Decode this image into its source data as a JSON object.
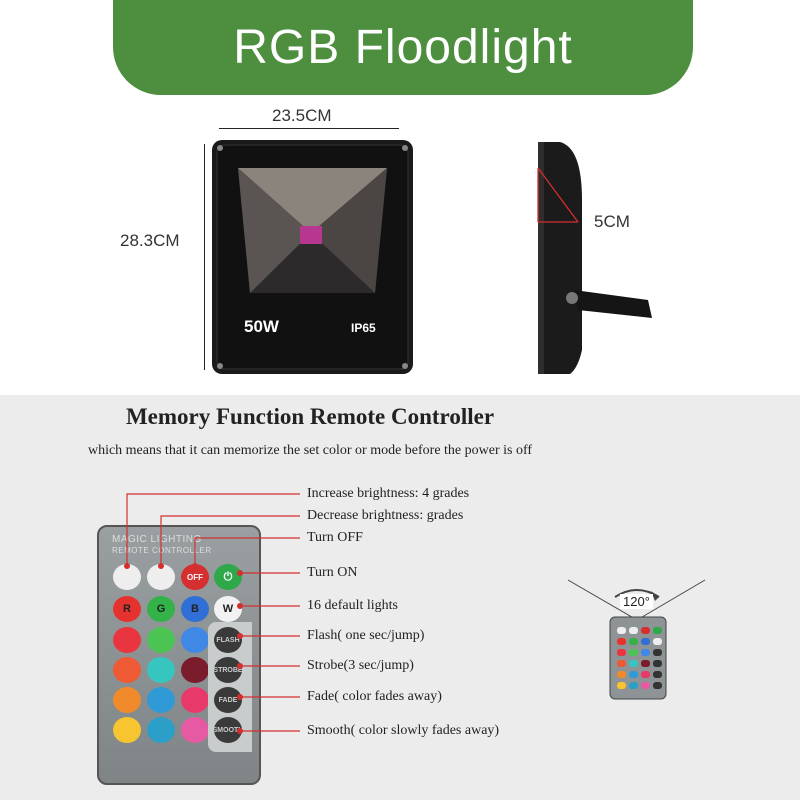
{
  "banner": {
    "title": "RGB Floodlight"
  },
  "dimensions": {
    "width": "23.5CM",
    "height": "28.3CM",
    "depth": "5CM"
  },
  "light": {
    "wattage": "50W",
    "rating": "IP65"
  },
  "remote_section": {
    "title": "Memory Function Remote Controller",
    "subtitle": "which means that it can memorize the set color or mode before the power is off",
    "features": [
      "Increase brightness: 4 grades",
      "Decrease brightness: grades",
      "Turn OFF",
      "Turn ON",
      "16 default lights",
      "Flash( one sec/jump)",
      "Strobe(3 sec/jump)",
      "Fade( color fades away)",
      "Smooth( color slowly fades away)"
    ],
    "remote_brand": "MAGIC LIGHTING",
    "remote_sub": "REMOTE CONTROLLER",
    "buttons": {
      "off": "OFF",
      "r": "R",
      "g": "G",
      "b": "B",
      "w": "W",
      "flash": "FLASH",
      "strobe": "STROBE",
      "fade": "FADE",
      "smooth": "SMOOTH"
    },
    "angle": "120°"
  },
  "colors": {
    "banner": "#4d8f3f",
    "accent_line": "#d32f2f"
  }
}
